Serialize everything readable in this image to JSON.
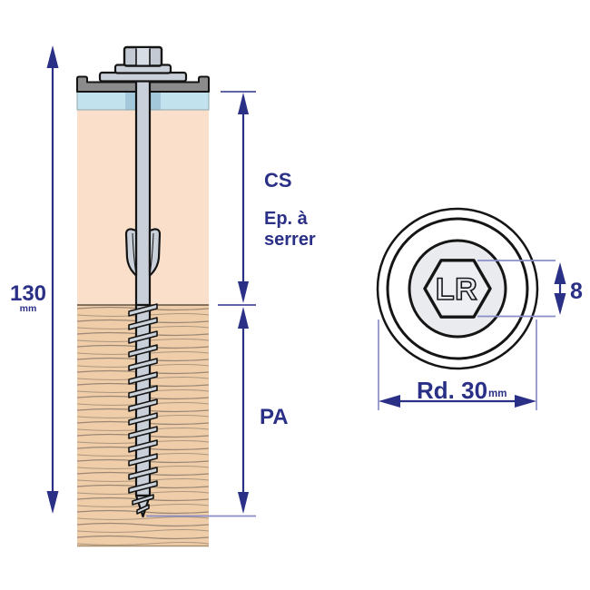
{
  "diagram": {
    "side_view": {
      "length_value": "130",
      "length_unit": "mm",
      "clamp_zone_code": "CS",
      "clamp_zone_desc_line1": "Ep. à",
      "clamp_zone_desc_line2": "serrer",
      "anchor_zone_code": "PA"
    },
    "top_view": {
      "head_marking": "LR",
      "hex_size_value": "8",
      "washer_dim_label": "Rd. 30",
      "washer_dim_unit": "mm"
    },
    "colors": {
      "dimension_navy": "#2B3087",
      "extension_light": "#8A8EC8",
      "screw_steel": "#C9D0D9",
      "screw_steel_light": "#D7DDE4",
      "sheet_metal_gray": "#8B8B8B",
      "insulation_blue": "#C2E2EE",
      "insulation_cut_blue": "#A2C8DA",
      "panel_pink": "#FAE0CB",
      "wood_tan": "#EFCDA9",
      "outline_black": "#141414",
      "head_face_gray": "#E9EBEE"
    }
  }
}
